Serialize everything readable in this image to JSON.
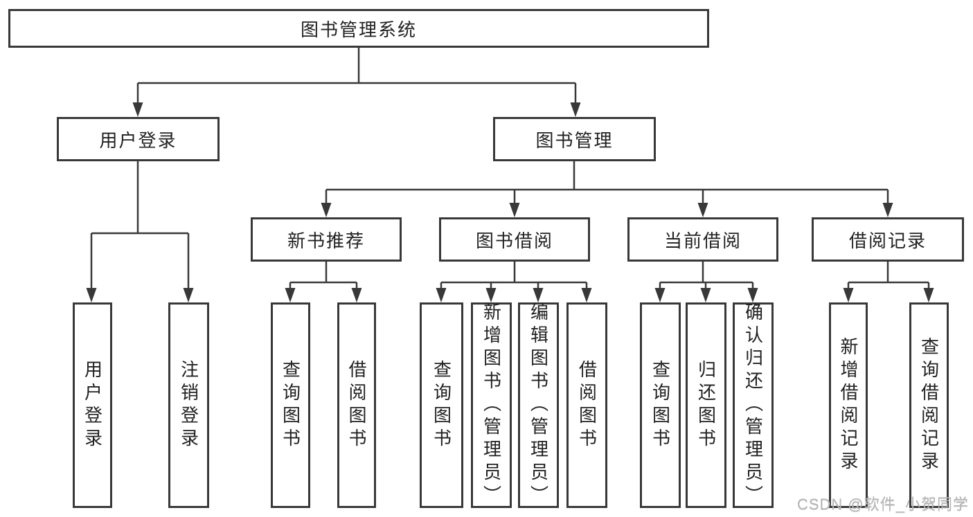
{
  "diagram": {
    "root": "图书管理系统",
    "level2": {
      "user_login": "用户登录",
      "book_management": "图书管理"
    },
    "level3": {
      "new_book_recommend": "新书推荐",
      "book_borrow": "图书借阅",
      "current_borrow": "当前借阅",
      "borrow_records": "借阅记录"
    },
    "leaves": {
      "user_login": [
        "用户登录",
        "注销登录"
      ],
      "new_book_recommend": [
        "查询图书",
        "借阅图书"
      ],
      "book_borrow": [
        "查询图书",
        "新增图书（管理员）",
        "编辑图书（管理员）",
        "借阅图书"
      ],
      "current_borrow": [
        "查询图书",
        "归还图书",
        "确认归还（管理员）"
      ],
      "borrow_records": [
        "新增借阅记录",
        "查询借阅记录"
      ]
    }
  },
  "watermark": "CSDN @软件_小贺同学",
  "colors": {
    "line": "#383838",
    "text": "#212121",
    "watermark": "#b6b6b6",
    "background": "#ffffff"
  }
}
